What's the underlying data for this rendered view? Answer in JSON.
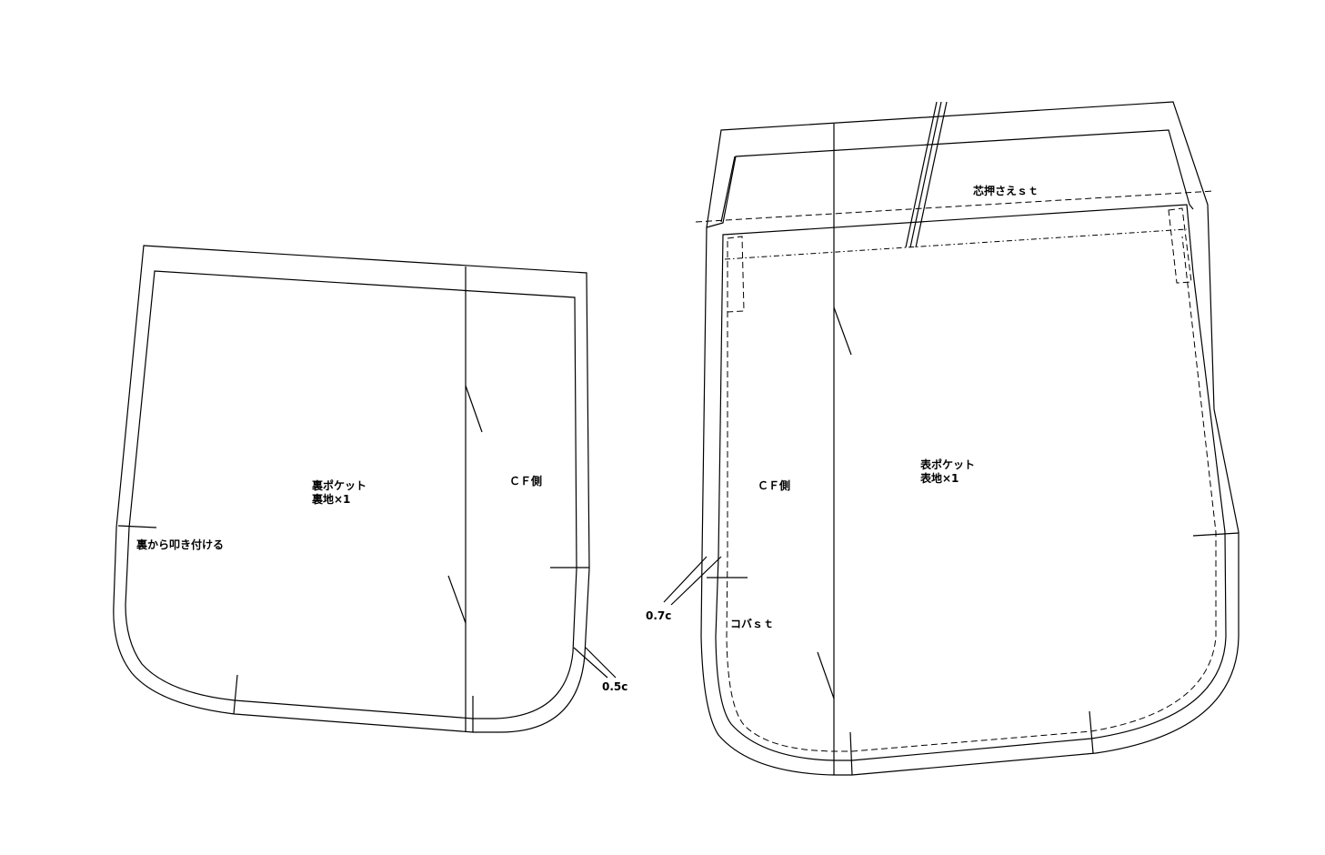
{
  "left_piece": {
    "name_line1": "裏ポケット",
    "name_line2": "裏地×1",
    "cf_label": "ＣＦ側",
    "attach_note": "裏から叩き付ける",
    "seam_allowance": "0.5c"
  },
  "right_piece": {
    "name_line1": "表ポケット",
    "name_line2": "表地×1",
    "cf_label": "ＣＦ側",
    "topstitch_note": "芯押さえｓｔ",
    "edge_stitch_note": "コバｓｔ",
    "seam_allowance": "0.7c"
  }
}
